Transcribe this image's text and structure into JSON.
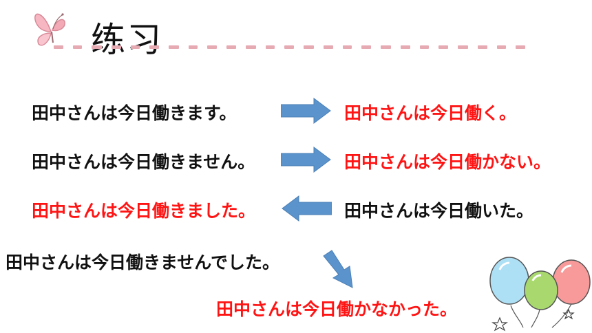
{
  "title": "练习",
  "rows": [
    {
      "left": "田中さんは今日働きます。",
      "right": "田中さんは今日働く。"
    },
    {
      "left": "田中さんは今日働きません。",
      "right": "田中さんは今日働かない。"
    },
    {
      "left": "田中さんは今日働きました。",
      "right": "田中さんは今日働いた。"
    }
  ],
  "bottom": {
    "left": "田中さんは今日働きませんでした。",
    "result": "田中さんは今日働かなかった。"
  },
  "colors": {
    "answer": "#ff1414",
    "text": "#111111",
    "arrow": "#5b93cc",
    "dash": "#e6aab3"
  },
  "icons": {
    "corner": "butterfly-icon",
    "decoration": "balloons-icon"
  }
}
